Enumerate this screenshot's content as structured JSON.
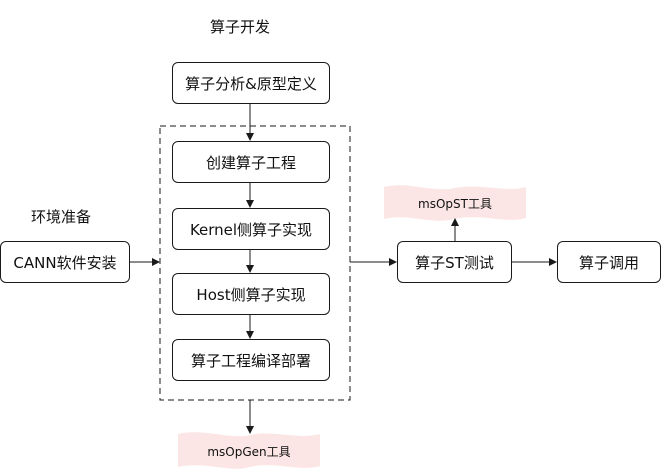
{
  "title": "算子开发",
  "env_title": "环境准备",
  "nodes": {
    "analysis": "算子分析&原型定义",
    "create_project": "创建算子工程",
    "kernel": "Kernel侧算子实现",
    "host": "Host侧算子实现",
    "compile": "算子工程编译部署",
    "cann": "CANN软件安装",
    "st_test": "算子ST测试",
    "invoke": "算子调用"
  },
  "tools": {
    "msopst": "msOpST工具",
    "msopgen": "msOpGen工具"
  },
  "colors": {
    "tool_bg": "#fbe5e5",
    "line": "#1a1a1a"
  }
}
